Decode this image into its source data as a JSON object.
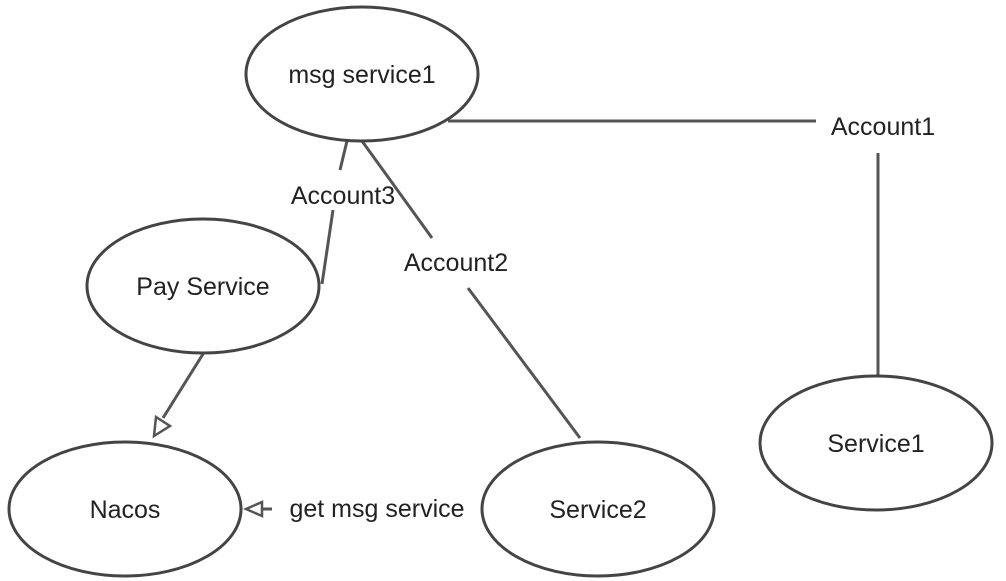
{
  "nodes": {
    "msg_service1": "msg service1",
    "pay_service": "Pay Service",
    "nacos": "Nacos",
    "service2": "Service2",
    "service1": "Service1"
  },
  "edges": {
    "account1": "Account1",
    "account2": "Account2",
    "account3": "Account3",
    "get_msg_service": "get msg service"
  },
  "colors": {
    "stroke": "#444444",
    "text": "#222222",
    "background": "#ffffff"
  }
}
